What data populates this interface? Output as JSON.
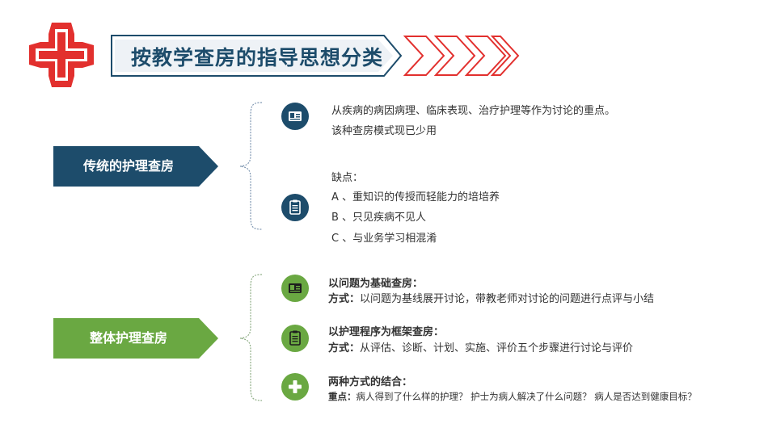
{
  "title": "按教学查房的指导思想分类",
  "colors": {
    "navy": "#1d4c6b",
    "green": "#6aa842",
    "red": "#e2302e"
  },
  "traditional": {
    "label": "传统的护理查房",
    "point1": {
      "icon": "id-card-icon",
      "line1": "从疾病的病因病理、临床表现、治疗护理等作为讨论的重点。",
      "line2": "该种查房模式现已少用"
    },
    "point2": {
      "icon": "clipboard-icon",
      "heading": "缺点：",
      "items": [
        "A 、重知识的传授而轻能力的培培养",
        "B 、只见疾病不见人",
        "C 、与业务学习相混淆"
      ]
    }
  },
  "holistic": {
    "label": "整体护理查房",
    "point1": {
      "icon": "id-card-icon",
      "heading": "以问题为基础查房：",
      "method_label": "方式：",
      "method_text": "以问题为基线展开讨论，带教老师对讨论的问题进行点评与小结"
    },
    "point2": {
      "icon": "clipboard-icon",
      "heading": "以护理程序为框架查房：",
      "method_label": "方式：",
      "method_text": "从评估、诊断、计划、实施、评价五个步骤进行讨论与评价"
    },
    "point3": {
      "icon": "plus-icon",
      "heading": "两种方式的结合：",
      "focus_label": "重点：",
      "focus_text": "病人得到了什么样的护理？ 护士为病人解决了什么问题？ 病人是否达到健康目标？"
    }
  }
}
